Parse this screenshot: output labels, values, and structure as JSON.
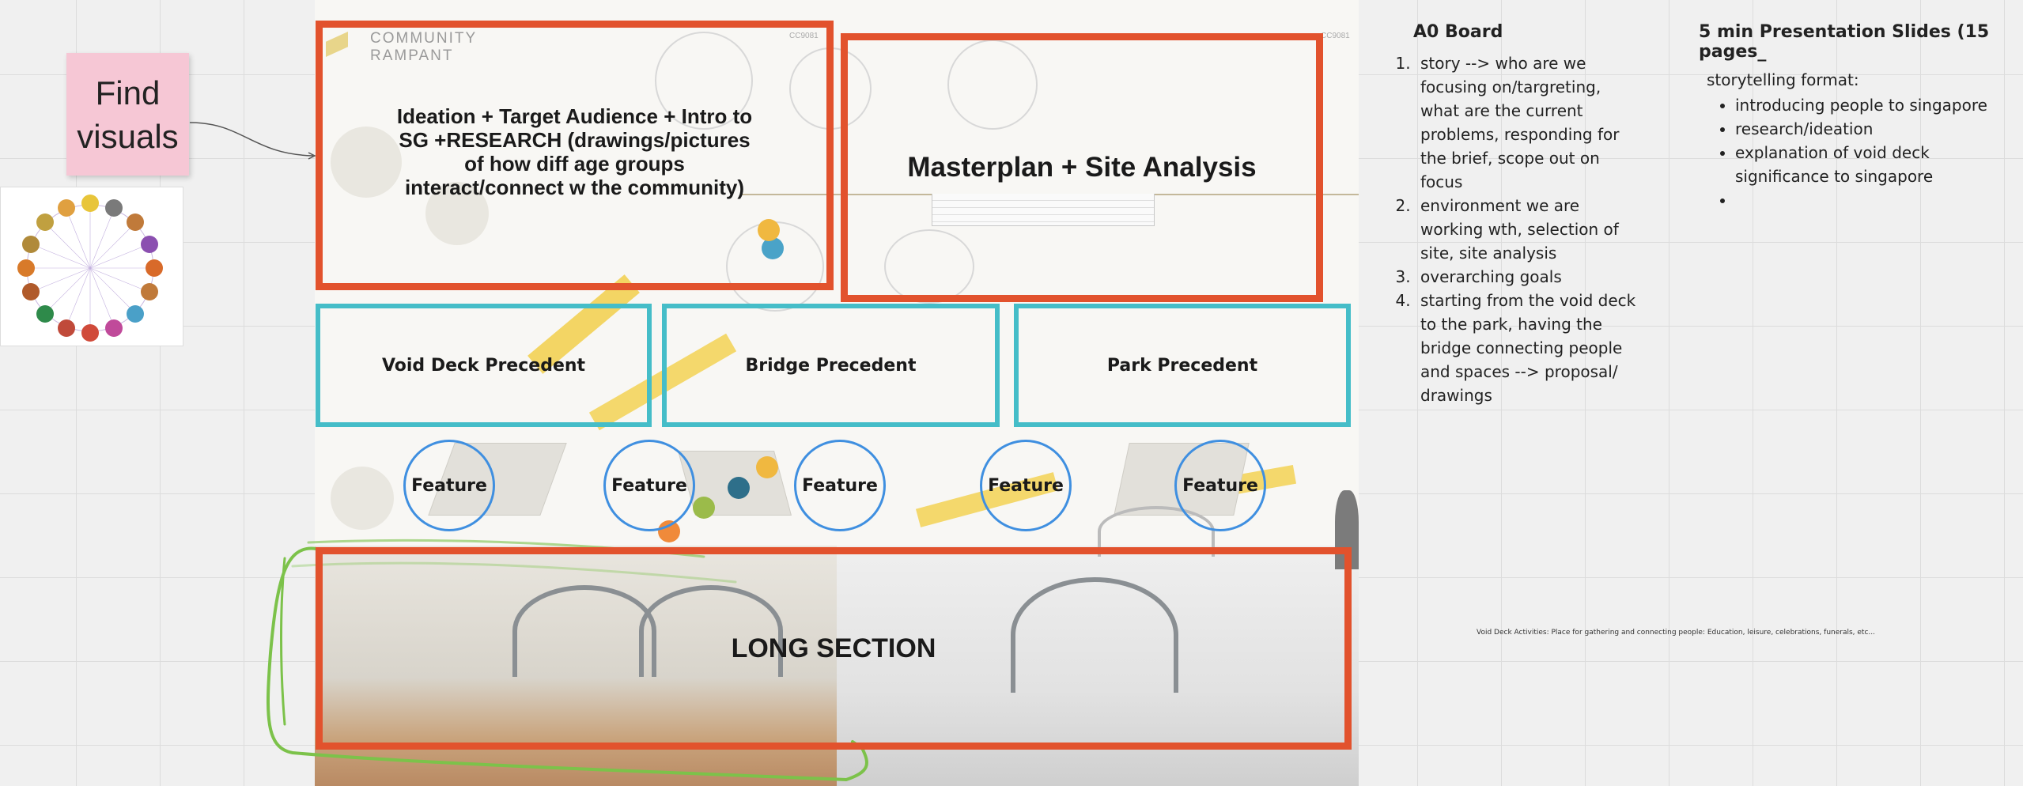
{
  "sticky_note": {
    "text": "Find visuals",
    "color": "#f6c7d5"
  },
  "board": {
    "title_line1": "COMMUNITY",
    "title_line2": "RAMPANT",
    "code_left": "CC9081",
    "code_right": "CC9081"
  },
  "sections": {
    "ideation": "Ideation + Target Audience + Intro to SG +RESEARCH (drawings/pictures of how diff age groups interact/connect w the community)",
    "masterplan": "Masterplan + Site Analysis",
    "void_deck": "Void Deck Precedent",
    "bridge": "Bridge Precedent",
    "park": "Park Precedent",
    "long_section": "LONG SECTION"
  },
  "features": [
    "Feature",
    "Feature",
    "Feature",
    "Feature",
    "Feature"
  ],
  "a0_board": {
    "heading": "A0 Board",
    "items": [
      "story --> who are we focusing on/targreting, what are the current problems, responding for the brief, scope out on focus",
      "environment we are working wth, selection of site, site analysis",
      "overarching goals",
      "starting from the void deck to the park, having the bridge connecting people and spaces --> proposal/ drawings"
    ]
  },
  "slides": {
    "heading": "5 min Presentation Slides (15 pages_",
    "intro": "storytelling format:",
    "bullets": [
      "introducing people to singapore",
      "research/ideation",
      "explanation of void deck significance to singapore",
      ""
    ]
  },
  "void_deck_note": "Void Deck Activities: Place for gathering and connecting people: Education, leisure, celebrations, funerals, etc...",
  "colors": {
    "accent_red": "#e2522d",
    "accent_teal": "#45bdc8",
    "feature_blue": "#3f8fe0",
    "sketch_green": "#7cc24a"
  }
}
